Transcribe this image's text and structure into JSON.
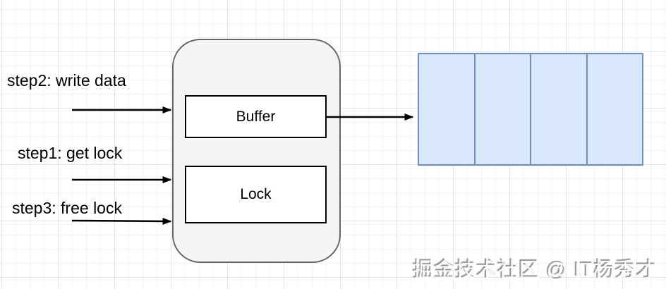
{
  "diagram": {
    "step_labels": [
      {
        "label": "step2: write data"
      },
      {
        "label": "step1: get lock"
      },
      {
        "label": "step3: free lock"
      }
    ],
    "process": {
      "buffer_label": "Buffer",
      "lock_label": "Lock"
    },
    "memory": {
      "segments": 4
    },
    "colors": {
      "container_fill": "#f5f5f5",
      "container_border": "#666666",
      "box_fill": "#ffffff",
      "box_border": "#000000",
      "memory_fill": "#dae8fc",
      "memory_border": "#6c8ebf",
      "arrow": "#000000",
      "grid_minor": "#f3f3f3",
      "grid_major": "#e2e2e2"
    }
  },
  "watermark": {
    "text": "掘金技术社区 @ IT杨秀才"
  }
}
